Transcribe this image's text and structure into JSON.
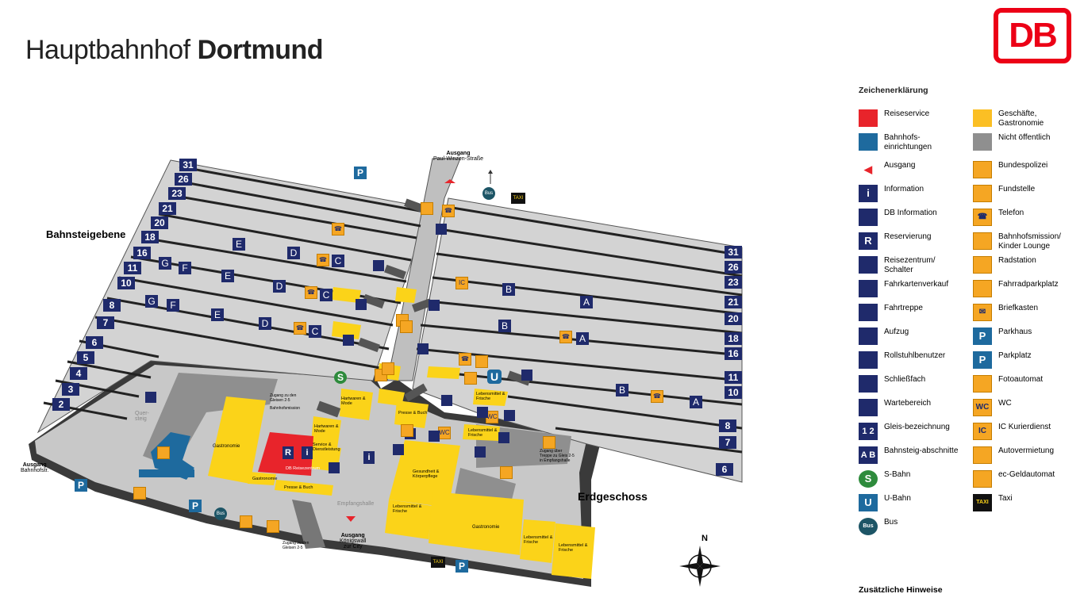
{
  "title": {
    "prefix": "Hauptbahnhof",
    "name": "Dortmund"
  },
  "logo": "DB",
  "level_labels": {
    "platforms": "Bahnsteigebene",
    "ground": "Erdgeschoss"
  },
  "exits": {
    "north": {
      "title": "Ausgang",
      "street": "Paul-Winzen-Straße"
    },
    "west": {
      "title": "Ausgang",
      "street": "Bahnhofstr."
    },
    "south": {
      "title": "Ausgang",
      "street": "Königswall",
      "sub": "zur City"
    }
  },
  "areas": {
    "gastronomie": "Gastronomie",
    "reisezentrum": "DB Reisezentrum",
    "presse": "Presse & Buch",
    "empfangshalle": "Empfangshalle",
    "gesundheit": "Gesundheit & Körperpflege",
    "lebensmittel": "Lebensmittel & Frische",
    "hartwaren": "Hartwaren & Mode",
    "service": "Service & Dienstleistung",
    "quersteig": "Quer- steig",
    "zugang_gleis": "Zugang zu den Gleisen 2-5",
    "zugang_mission": "Bahnhofsmission",
    "zugang_treppe": "Zugang über Treppe zu Gleis 2-5 in Empfangshalle"
  },
  "tracks_left": [
    "31",
    "26",
    "23",
    "21",
    "20",
    "18",
    "16",
    "11",
    "10",
    "8",
    "7",
    "6",
    "5",
    "4",
    "3",
    "2"
  ],
  "tracks_right": [
    "31",
    "26",
    "23",
    "21",
    "20",
    "18",
    "16",
    "11",
    "10",
    "8",
    "7",
    "6"
  ],
  "sections": [
    "A",
    "B",
    "C",
    "D",
    "E",
    "F",
    "G"
  ],
  "legend": {
    "heading": "Zeichenerklärung",
    "items": [
      {
        "label": "Reiseservice",
        "color": "#e8242b"
      },
      {
        "label": "Geschäfte, Gastronomie",
        "color": "#fbbf24"
      },
      {
        "label": "Bahnhofs-einrichtungen",
        "color": "#1e6a9e"
      },
      {
        "label": "Nicht öffentlich",
        "color": "#8f8f8f"
      },
      {
        "label": "Ausgang",
        "icon": "exit-arrow-icon"
      },
      {
        "label": "Bundespolizei",
        "icon": "police-icon"
      },
      {
        "label": "Information",
        "icon": "info-icon"
      },
      {
        "label": "Fundstelle",
        "icon": "lost-found-icon"
      },
      {
        "label": "DB Information",
        "icon": "db-info-icon"
      },
      {
        "label": "Telefon",
        "icon": "phone-icon"
      },
      {
        "label": "Reservierung",
        "icon": "reservation-icon"
      },
      {
        "label": "Bahnhofsmission/ Kinder Lounge",
        "icon": "mission-icon"
      },
      {
        "label": "Reisezentrum/ Schalter",
        "icon": "travel-center-icon"
      },
      {
        "label": "Radstation",
        "icon": "bike-station-icon"
      },
      {
        "label": "Fahrkartenverkauf",
        "icon": "ticket-machine-icon"
      },
      {
        "label": "Fahrradparkplatz",
        "icon": "bike-parking-icon"
      },
      {
        "label": "Fahrtreppe",
        "icon": "escalator-icon"
      },
      {
        "label": "Briefkasten",
        "icon": "mailbox-icon"
      },
      {
        "label": "Aufzug",
        "icon": "elevator-icon"
      },
      {
        "label": "Parkhaus",
        "icon": "parking-garage-icon"
      },
      {
        "label": "Rollstuhlbenutzer",
        "icon": "wheelchair-icon"
      },
      {
        "label": "Parkplatz",
        "icon": "parking-icon"
      },
      {
        "label": "Schließfach",
        "icon": "locker-icon"
      },
      {
        "label": "Fotoautomat",
        "icon": "photo-booth-icon"
      },
      {
        "label": "Wartebereich",
        "icon": "waiting-area-icon"
      },
      {
        "label": "WC",
        "icon": "wc-icon"
      },
      {
        "label": "Gleis-bezeichnung",
        "icon": "track-number-icon"
      },
      {
        "label": "IC Kurierdienst",
        "icon": "ic-courier-icon"
      },
      {
        "label": "Bahnsteig-abschnitte",
        "icon": "platform-section-icon"
      },
      {
        "label": "Autovermietung",
        "icon": "car-rental-icon"
      },
      {
        "label": "S-Bahn",
        "icon": "s-bahn-icon"
      },
      {
        "label": "ec-Geldautomat",
        "icon": "atm-icon"
      },
      {
        "label": "U-Bahn",
        "icon": "u-bahn-icon"
      },
      {
        "label": "Taxi",
        "icon": "taxi-icon"
      },
      {
        "label": "Bus",
        "icon": "bus-icon"
      }
    ]
  },
  "extra_heading": "Zusätzliche Hinweise",
  "compass": "N",
  "icon_texts": {
    "p": "P",
    "bus": "Bus",
    "taxi": "TAXI",
    "wc": "WC",
    "ic": "IC",
    "s": "S",
    "u": "U",
    "r": "R",
    "i": "i"
  }
}
